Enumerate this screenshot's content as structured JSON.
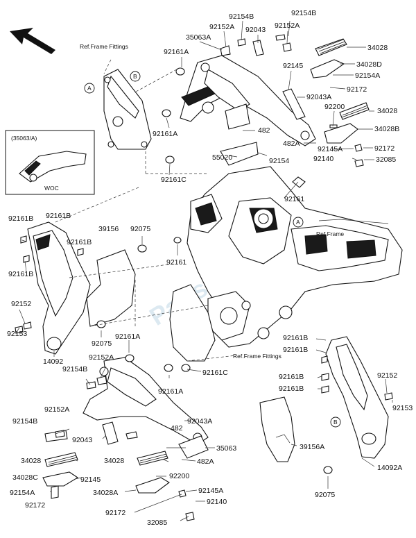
{
  "diagram": {
    "labels": {
      "p92154B_a": "92154B",
      "p92154B_b": "92154B",
      "p92152A_a": "92152A",
      "p35063A": "35063A",
      "p92043_top": "92043",
      "p92152A_b": "92152A",
      "p34028_a": "34028",
      "p34028D": "34028D",
      "p92154A_a": "92154A",
      "p92172_a": "92172",
      "p92161A_a": "92161A",
      "p92145_a": "92145",
      "p92043A_a": "92043A",
      "p92200_a": "92200",
      "p34028_b": "34028",
      "p34028B": "34028B",
      "p482_a": "482",
      "p92161A_b": "92161A",
      "p482A_a": "482A",
      "p92145A_a": "92145A",
      "p92172_b": "92172",
      "p55020": "55020",
      "p92154": "92154",
      "p92140_a": "92140",
      "p32085_a": "32085",
      "p92161C_a": "92161C",
      "p92161_top": "92161",
      "p92161B_1": "92161B",
      "p92161B_2": "92161B",
      "p39156": "39156",
      "p92075_a": "92075",
      "p92161B_3": "92161B",
      "p92161B_4": "92161B",
      "p92161_mid": "92161",
      "p92152_a": "92152",
      "p92153_a": "92153",
      "p92075_b": "92075",
      "p92161A_c": "92161A",
      "p14092": "14092",
      "p92152A_c": "92152A",
      "p92154B_c": "92154B",
      "p92161C_b": "92161C",
      "p92161B_5": "92161B",
      "p92161B_6": "92161B",
      "p92161B_7": "92161B",
      "p92161B_8": "92161B",
      "p92152_b": "92152",
      "p92153_b": "92153",
      "p92161A_d": "92161A",
      "p92152A_d": "92152A",
      "p92154B_d": "92154B",
      "p92043A_b": "92043A",
      "p92043_bot": "92043",
      "p482_b": "482",
      "p35063": "35063",
      "p482A_b": "482A",
      "p34028_c": "34028",
      "p34028_d": "34028",
      "p34028C": "34028C",
      "p92145_b": "92145",
      "p92200_b": "92200",
      "p92154A_b": "92154A",
      "p34028A": "34028A",
      "p92145A_b": "92145A",
      "p92172_c": "92172",
      "p92140_b": "92140",
      "p92172_d": "92172",
      "p32085_b": "32085",
      "p39156A": "39156A",
      "p14092A": "14092A",
      "p92075_c": "92075"
    },
    "notes": {
      "ref_frame_fittings_top": "Ref.Frame Fittings",
      "ref_frame": "Ref.Frame",
      "ref_frame_fittings_mid": "Ref.Frame Fittings",
      "inset_code": "(35063/A)",
      "inset_caption": "WOC"
    },
    "markers": {
      "a1": "A",
      "b1": "B",
      "a2": "A",
      "b2": "B"
    },
    "watermark": "PartsRepublik",
    "colors": {
      "line": "#111111",
      "watermark": "#9ec3d8"
    }
  }
}
